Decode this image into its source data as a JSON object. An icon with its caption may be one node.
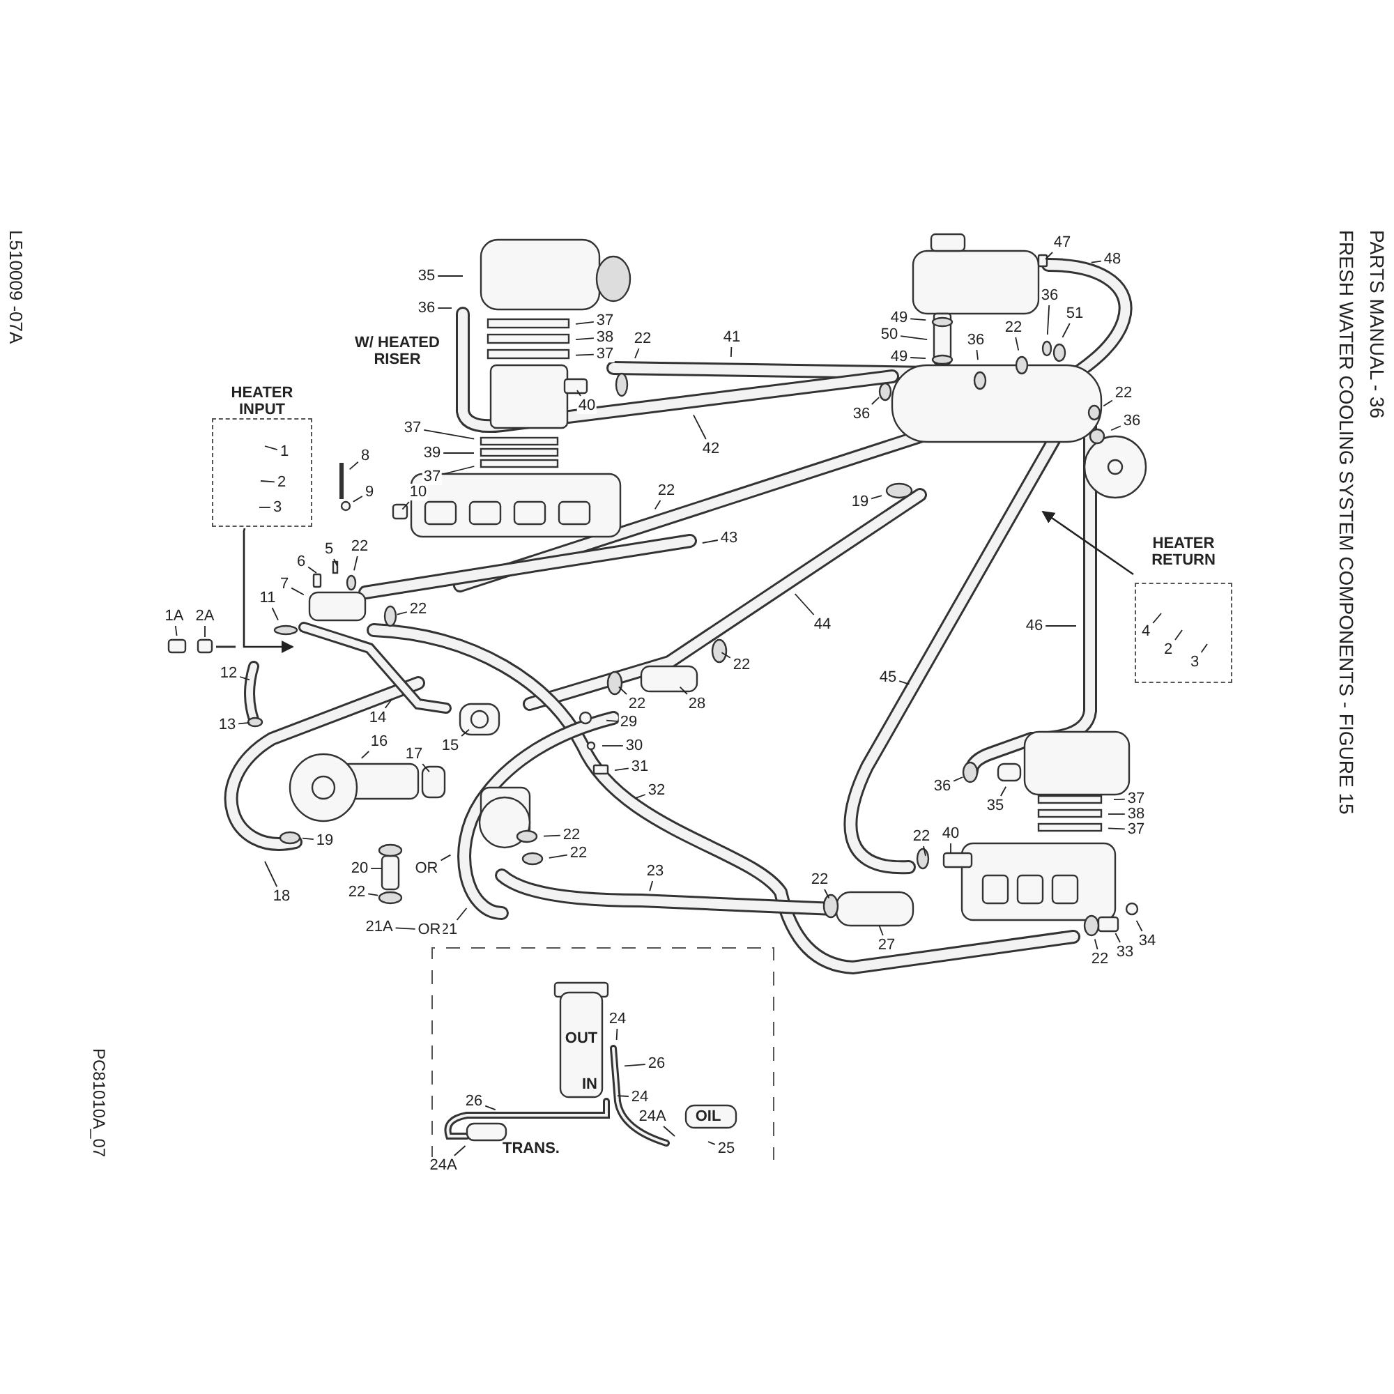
{
  "diagram": {
    "title": "FRESH WATER COOLING SYSTEM COMPONENTS - FIGURE 15",
    "nodes": [
      {
        "text": [
          "HEATER INPUT"
        ]
      },
      {
        "text": [
          "1"
        ],
        "in": 0
      },
      {
        "text": [
          "2"
        ],
        "in": 0
      },
      {
        "text": [
          "3"
        ],
        "in": 0
      },
      {
        "text": [
          "HEATER RETURN"
        ]
      },
      {
        "text": [
          "4"
        ],
        "in": 4
      },
      {
        "text": [
          "2"
        ],
        "in": 4
      },
      {
        "text": [
          "3"
        ],
        "in": 4
      },
      {
        "text": [
          "35"
        ]
      },
      {
        "text": [
          "36"
        ]
      },
      {
        "text": [
          "37"
        ]
      },
      {
        "text": [
          "38"
        ]
      },
      {
        "text": [
          "37"
        ]
      },
      {
        "text": [
          "22"
        ]
      },
      {
        "text": [
          "40"
        ]
      },
      {
        "text": [
          "37"
        ]
      },
      {
        "text": [
          "39"
        ]
      },
      {
        "text": [
          "37"
        ]
      },
      {
        "text": [
          "8"
        ]
      },
      {
        "text": [
          "9"
        ]
      },
      {
        "text": [
          "10"
        ]
      },
      {
        "text": [
          "22"
        ]
      },
      {
        "text": [
          "5"
        ]
      },
      {
        "text": [
          "6"
        ]
      },
      {
        "text": [
          "7"
        ]
      },
      {
        "text": [
          "22"
        ]
      },
      {
        "text": [
          "11"
        ]
      },
      {
        "text": [
          "1A"
        ]
      },
      {
        "text": [
          "2A"
        ]
      },
      {
        "text": [
          "22"
        ]
      },
      {
        "text": [
          "12"
        ]
      },
      {
        "text": [
          "13"
        ]
      },
      {
        "text": [
          "14"
        ]
      },
      {
        "text": [
          "15"
        ]
      },
      {
        "text": [
          "16"
        ]
      },
      {
        "text": [
          "17"
        ]
      },
      {
        "text": [
          "18"
        ]
      },
      {
        "text": [
          "19"
        ]
      },
      {
        "text": [
          "20"
        ]
      },
      {
        "text": [
          "OR"
        ]
      },
      {
        "text": [
          "22"
        ]
      },
      {
        "text": [
          "21A"
        ]
      },
      {
        "text": [
          "21"
        ]
      },
      {
        "text": [
          "41"
        ]
      },
      {
        "text": [
          "42"
        ]
      },
      {
        "text": [
          "43"
        ]
      },
      {
        "text": [
          "44"
        ]
      },
      {
        "text": [
          "22"
        ]
      },
      {
        "text": [
          "28"
        ]
      },
      {
        "text": [
          "22"
        ]
      },
      {
        "text": [
          "29"
        ]
      },
      {
        "text": [
          "30"
        ]
      },
      {
        "text": [
          "31"
        ]
      },
      {
        "text": [
          "32"
        ]
      },
      {
        "text": [
          "22"
        ]
      },
      {
        "text": [
          "22"
        ]
      },
      {
        "text": [
          "23"
        ]
      },
      {
        "text": [
          "47"
        ]
      },
      {
        "text": [
          "48"
        ]
      },
      {
        "text": [
          "49"
        ]
      },
      {
        "text": [
          "50"
        ]
      },
      {
        "text": [
          "49"
        ]
      },
      {
        "text": [
          "36"
        ]
      },
      {
        "text": [
          "51"
        ]
      },
      {
        "text": [
          "22"
        ]
      },
      {
        "text": [
          "36"
        ]
      },
      {
        "text": [
          "36"
        ]
      },
      {
        "text": [
          "22"
        ]
      },
      {
        "text": [
          "36"
        ]
      },
      {
        "text": [
          "19"
        ]
      },
      {
        "text": [
          "45"
        ]
      },
      {
        "text": [
          "46"
        ]
      },
      {
        "text": [
          "36"
        ]
      },
      {
        "text": [
          "35"
        ]
      },
      {
        "text": [
          "37"
        ]
      },
      {
        "text": [
          "38"
        ]
      },
      {
        "text": [
          "37"
        ]
      },
      {
        "text": [
          "22"
        ]
      },
      {
        "text": [
          "40"
        ]
      },
      {
        "text": [
          "22"
        ]
      },
      {
        "text": [
          "27"
        ]
      },
      {
        "text": [
          "22"
        ]
      },
      {
        "text": [
          "33"
        ]
      },
      {
        "text": [
          "34"
        ]
      },
      {
        "text": [
          "24"
        ]
      },
      {
        "text": [
          "26"
        ]
      },
      {
        "text": [
          "24"
        ]
      },
      {
        "text": [
          "24A"
        ]
      },
      {
        "text": [
          "25"
        ]
      },
      {
        "text": [
          "26"
        ]
      },
      {
        "text": [
          "24A"
        ]
      },
      {
        "text": [
          "OR"
        ]
      }
    ],
    "edges": [
      {
        "from": 0,
        "to": null,
        "arrow": "to"
      },
      {
        "from": 1,
        "to": null,
        "arrow": "none"
      },
      {
        "from": 2,
        "to": null,
        "arrow": "none"
      },
      {
        "from": 3,
        "to": null,
        "arrow": "none"
      },
      {
        "from": 4,
        "to": null,
        "arrow": "to"
      },
      {
        "from": 5,
        "to": null,
        "arrow": "none"
      },
      {
        "from": 6,
        "to": null,
        "arrow": "none"
      },
      {
        "from": 7,
        "to": null,
        "arrow": "none"
      },
      {
        "from": 8,
        "to": null,
        "arrow": "none"
      },
      {
        "from": 9,
        "to": null,
        "arrow": "none"
      },
      {
        "from": 10,
        "to": null,
        "arrow": "none"
      },
      {
        "from": 11,
        "to": null,
        "arrow": "none"
      },
      {
        "from": 12,
        "to": null,
        "arrow": "none"
      },
      {
        "from": 13,
        "to": null,
        "arrow": "none"
      },
      {
        "from": 14,
        "to": null,
        "arrow": "none"
      },
      {
        "from": 15,
        "to": null,
        "arrow": "none"
      },
      {
        "from": 16,
        "to": null,
        "arrow": "none"
      },
      {
        "from": 17,
        "to": null,
        "arrow": "none"
      },
      {
        "from": 18,
        "to": null,
        "arrow": "none"
      },
      {
        "from": 19,
        "to": null,
        "arrow": "none"
      },
      {
        "from": 20,
        "to": null,
        "arrow": "none"
      },
      {
        "from": 21,
        "to": null,
        "arrow": "none"
      },
      {
        "from": 22,
        "to": null,
        "arrow": "none"
      },
      {
        "from": 23,
        "to": null,
        "arrow": "none"
      },
      {
        "from": 24,
        "to": null,
        "arrow": "none"
      },
      {
        "from": 25,
        "to": null,
        "arrow": "none"
      },
      {
        "from": 26,
        "to": null,
        "arrow": "none"
      },
      {
        "from": 27,
        "to": null,
        "arrow": "none"
      },
      {
        "from": 28,
        "to": null,
        "arrow": "none"
      },
      {
        "from": 29,
        "to": null,
        "arrow": "none"
      },
      {
        "from": 30,
        "to": null,
        "arrow": "none"
      },
      {
        "from": 31,
        "to": null,
        "arrow": "none"
      },
      {
        "from": 32,
        "to": null,
        "arrow": "none"
      },
      {
        "from": 33,
        "to": null,
        "arrow": "none"
      },
      {
        "from": 34,
        "to": null,
        "arrow": "none"
      },
      {
        "from": 35,
        "to": null,
        "arrow": "none"
      },
      {
        "from": 36,
        "to": null,
        "arrow": "none"
      },
      {
        "from": 37,
        "to": null,
        "arrow": "none"
      },
      {
        "from": 38,
        "to": null,
        "arrow": "none"
      },
      {
        "from": 39,
        "to": null,
        "arrow": "none"
      },
      {
        "from": 40,
        "to": null,
        "arrow": "none"
      },
      {
        "from": 41,
        "to": 91,
        "arrow": "none"
      },
      {
        "from": 42,
        "to": null,
        "arrow": "none"
      },
      {
        "from": 43,
        "to": null,
        "arrow": "none"
      },
      {
        "from": 44,
        "to": null,
        "arrow": "none"
      },
      {
        "from": 45,
        "to": null,
        "arrow": "none"
      },
      {
        "from": 46,
        "to": null,
        "arrow": "none"
      },
      {
        "from": 47,
        "to": null,
        "arrow": "none"
      },
      {
        "from": 48,
        "to": null,
        "arrow": "none"
      },
      {
        "from": 49,
        "to": null,
        "arrow": "none"
      },
      {
        "from": 50,
        "to": null,
        "arrow": "none"
      },
      {
        "from": 51,
        "to": null,
        "arrow": "none"
      },
      {
        "from": 52,
        "to": null,
        "arrow": "none"
      },
      {
        "from": 53,
        "to": null,
        "arrow": "none"
      },
      {
        "from": 54,
        "to": null,
        "arrow": "none"
      },
      {
        "from": 55,
        "to": null,
        "arrow": "none"
      },
      {
        "from": 56,
        "to": null,
        "arrow": "none"
      },
      {
        "from": 57,
        "to": null,
        "arrow": "none"
      },
      {
        "from": 58,
        "to": null,
        "arrow": "none"
      },
      {
        "from": 59,
        "to": null,
        "arrow": "none"
      },
      {
        "from": 60,
        "to": null,
        "arrow": "none"
      },
      {
        "from": 61,
        "to": null,
        "arrow": "none"
      },
      {
        "from": 62,
        "to": null,
        "arrow": "none"
      },
      {
        "from": 63,
        "to": null,
        "arrow": "none"
      },
      {
        "from": 64,
        "to": null,
        "arrow": "none"
      },
      {
        "from": 65,
        "to": null,
        "arrow": "none"
      },
      {
        "from": 66,
        "to": null,
        "arrow": "none"
      },
      {
        "from": 67,
        "to": null,
        "arrow": "none"
      },
      {
        "from": 68,
        "to": null,
        "arrow": "none"
      },
      {
        "from": 69,
        "to": null,
        "arrow": "none"
      },
      {
        "from": 70,
        "to": null,
        "arrow": "none"
      },
      {
        "from": 71,
        "to": null,
        "arrow": "none"
      },
      {
        "from": 72,
        "to": null,
        "arrow": "none"
      },
      {
        "from": 73,
        "to": null,
        "arrow": "none"
      },
      {
        "from": 74,
        "to": null,
        "arrow": "none"
      },
      {
        "from": 75,
        "to": null,
        "arrow": "none"
      },
      {
        "from": 76,
        "to": null,
        "arrow": "none"
      },
      {
        "from": 77,
        "to": null,
        "arrow": "none"
      },
      {
        "from": 78,
        "to": null,
        "arrow": "none"
      },
      {
        "from": 79,
        "to": null,
        "arrow": "none"
      },
      {
        "from": 80,
        "to": null,
        "arrow": "none"
      },
      {
        "from": 81,
        "to": null,
        "arrow": "none"
      },
      {
        "from": 82,
        "to": null,
        "arrow": "none"
      },
      {
        "from": 83,
        "to": null,
        "arrow": "none"
      },
      {
        "from": 84,
        "to": null,
        "arrow": "none"
      },
      {
        "from": 85,
        "to": null,
        "arrow": "none"
      },
      {
        "from": 86,
        "to": null,
        "arrow": "none"
      },
      {
        "from": 87,
        "to": null,
        "arrow": "none"
      },
      {
        "from": 88,
        "to": null,
        "arrow": "none"
      },
      {
        "from": 89,
        "to": null,
        "arrow": "none"
      },
      {
        "from": 90,
        "to": null,
        "arrow": "none"
      }
    ],
    "labels": [
      "W/ HEATED RISER",
      "OUT",
      "IN",
      "TRANS.",
      "OIL",
      "PC81010A_07",
      "L510009 -07A",
      "PARTS MANUAL - 36"
    ]
  }
}
